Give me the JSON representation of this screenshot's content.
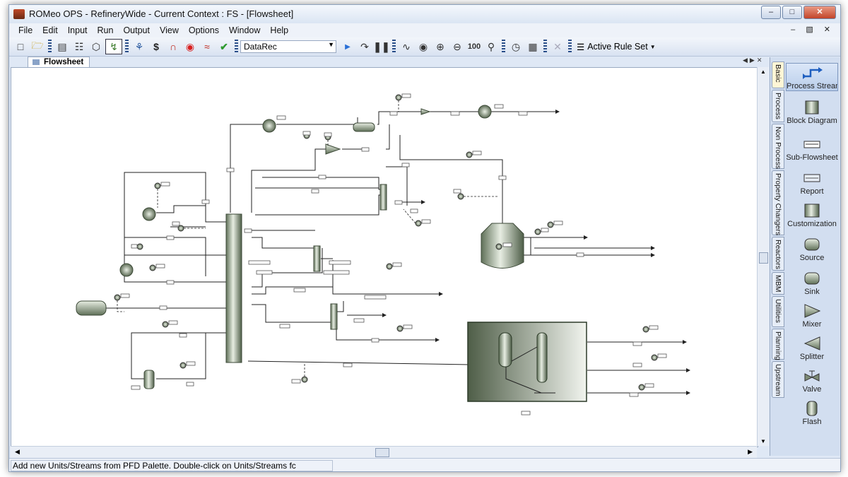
{
  "window": {
    "title": "ROMeo OPS - RefineryWide - Current Context : FS - [Flowsheet]"
  },
  "menu": [
    "File",
    "Edit",
    "Input",
    "Run",
    "Output",
    "View",
    "Options",
    "Window",
    "Help"
  ],
  "toolbar": {
    "combo_value": "DataRec",
    "dollar": "$",
    "zoom_100": "100",
    "rules_label": "Active Rule Set"
  },
  "document_tab": {
    "label": "Flowsheet"
  },
  "statusbar": {
    "message": "Add new Units/Streams from PFD Palette.  Double-click on Units/Streams fc"
  },
  "palette": {
    "tabs": [
      "Basic",
      "Process",
      "Non Process",
      "Property Changers",
      "Reactors",
      "MBM",
      "Utilities",
      "Planning",
      "Upstream"
    ],
    "active_tab": "Basic",
    "items": [
      {
        "label": "Process Stream",
        "icon": "process-stream-icon"
      },
      {
        "label": "Block Diagram",
        "icon": "block-diagram-icon"
      },
      {
        "label": "Sub-Flowsheet",
        "icon": "sub-flowsheet-icon"
      },
      {
        "label": "Report",
        "icon": "report-icon"
      },
      {
        "label": "Customization",
        "icon": "customization-icon"
      },
      {
        "label": "Source",
        "icon": "source-icon"
      },
      {
        "label": "Sink",
        "icon": "sink-icon"
      },
      {
        "label": "Mixer",
        "icon": "mixer-icon"
      },
      {
        "label": "Splitter",
        "icon": "splitter-icon"
      },
      {
        "label": "Valve",
        "icon": "valve-icon"
      },
      {
        "label": "Flash",
        "icon": "flash-icon"
      }
    ]
  }
}
